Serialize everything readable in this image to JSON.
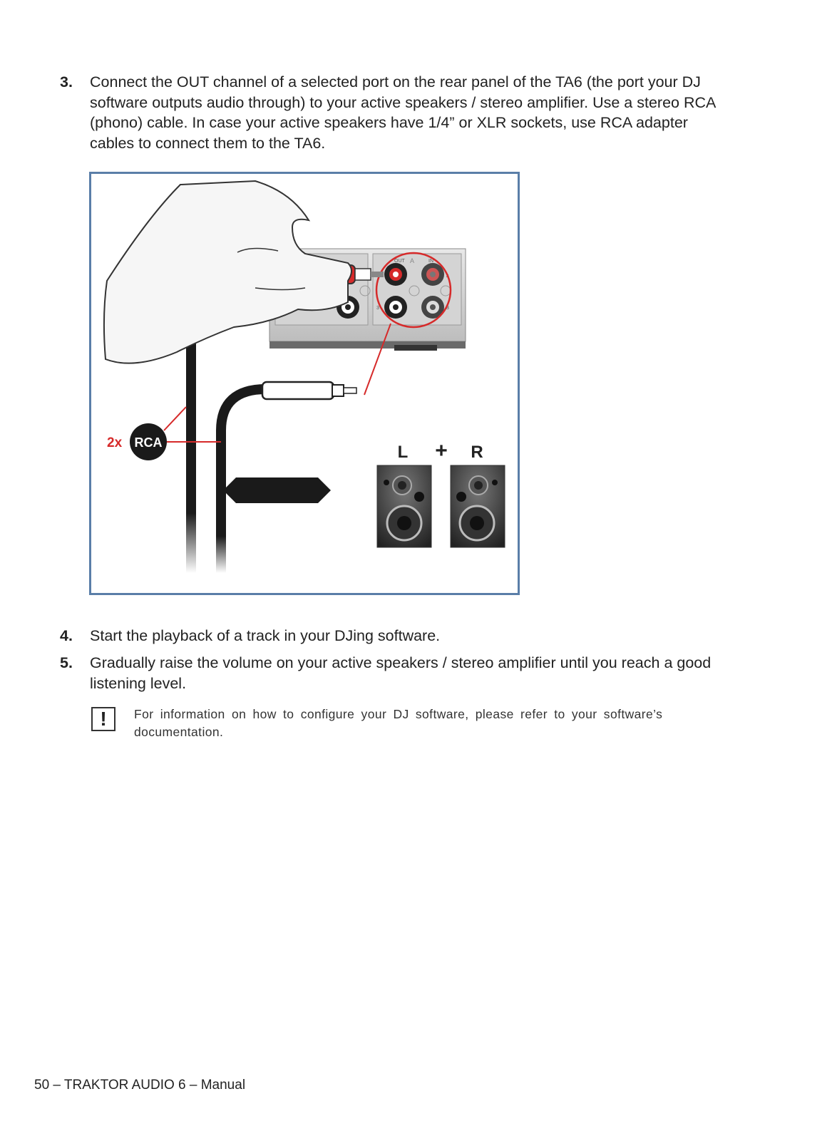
{
  "steps": [
    {
      "num": "3.",
      "text": "Connect the OUT channel of a selected port on the rear panel of the TA6 (the port your DJ software outputs audio through) to your active speakers / stereo amplifier. Use a stereo RCA (phono) cable. In case your active speakers have 1/4” or XLR sockets, use RCA adapter cables to connect them to the TA6."
    },
    {
      "num": "4.",
      "text": "Start the playback of a track in your DJing software."
    },
    {
      "num": "5.",
      "text": "Gradually raise the volume on your active speakers / stereo amplifier until you reach a good listening level."
    }
  ],
  "figure": {
    "callout_count": "2x",
    "callout_label": "RCA",
    "left_label": "L",
    "plus_label": "+",
    "right_label": "R",
    "port_out": "OUT",
    "port_in": "IN",
    "port_3a": "3",
    "port_4": "4",
    "port_3b": "3",
    "port_a": "A"
  },
  "note": {
    "icon": "exclamation-icon",
    "mark": "!",
    "text": "For information on how to configure your DJ software, please refer to your software’s documentation."
  },
  "footer": "50 – TRAKTOR AUDIO 6 – Manual",
  "colors": {
    "accent_red": "#d62a2a",
    "frame_blue": "#5a7ea8",
    "cable_black": "#1a1a1a"
  }
}
